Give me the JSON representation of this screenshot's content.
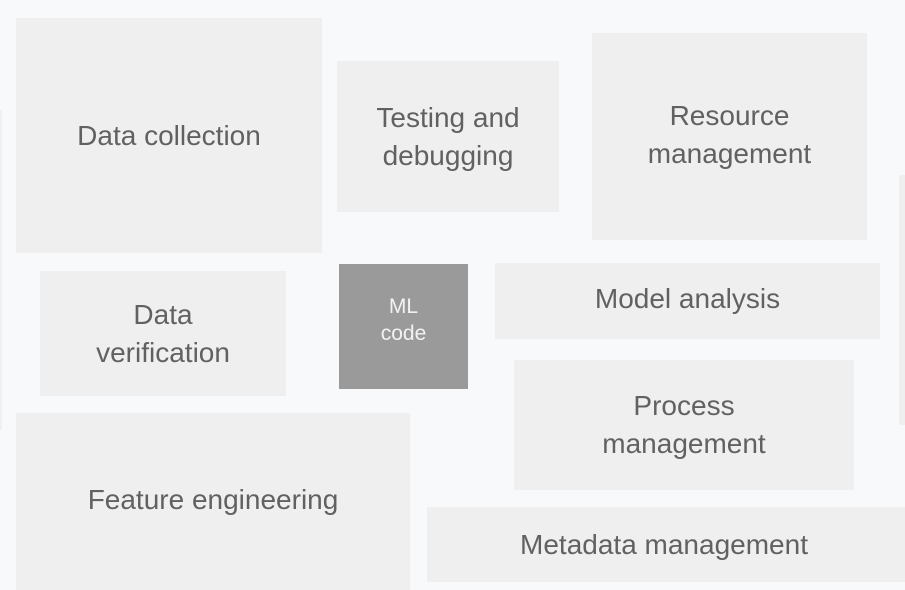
{
  "diagram": {
    "boxes": [
      {
        "id": "data-collection",
        "label": "Data collection"
      },
      {
        "id": "testing-debugging",
        "label": "Testing and debugging"
      },
      {
        "id": "resource-management",
        "label": "Resource management"
      },
      {
        "id": "data-verification",
        "label": "Data verification"
      },
      {
        "id": "ml-code",
        "label": "ML code"
      },
      {
        "id": "model-analysis",
        "label": "Model analysis"
      },
      {
        "id": "process-management",
        "label": "Process management"
      },
      {
        "id": "feature-engineering",
        "label": "Feature engineering"
      },
      {
        "id": "metadata-management",
        "label": "Metadata management"
      }
    ],
    "colors": {
      "background": "#f8f9fa",
      "box": "#efefef",
      "ml_box": "#9a9a9a",
      "text": "#616161"
    }
  }
}
